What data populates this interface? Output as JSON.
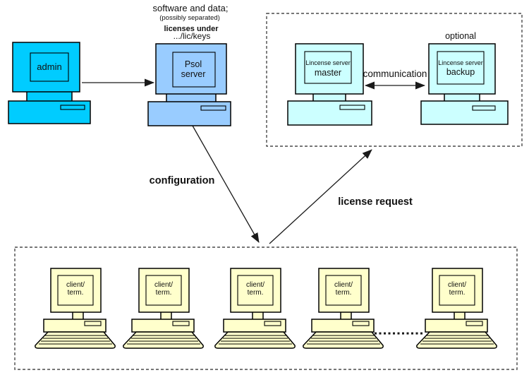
{
  "labels": {
    "software_and_data": "software and data;",
    "possibly_separated": "(possibly separated)",
    "licenses_under": "licenses under",
    "lic_keys": ".../lic/keys",
    "optional": "optional",
    "communication": "communication",
    "configuration": "configuration",
    "license_request": "license request"
  },
  "computers": {
    "admin": {
      "label": "admin",
      "color": "#00CCFF"
    },
    "psol": {
      "line1": "Psol",
      "line2": "server",
      "color": "#99CCFF"
    },
    "license_master": {
      "line1": "Lincense server",
      "line2": "master",
      "color": "#CCFFFF"
    },
    "license_backup": {
      "line1": "Lincense server",
      "line2": "backup",
      "color": "#CCFFFF"
    },
    "clients": {
      "color": "#FFFFCC",
      "count": 5,
      "items": [
        {
          "line1": "client/",
          "line2": "term."
        },
        {
          "line1": "client/",
          "line2": "term."
        },
        {
          "line1": "client/",
          "line2": "term."
        },
        {
          "line1": "client/",
          "line2": "term."
        },
        {
          "line1": "client/",
          "line2": "term."
        }
      ]
    }
  },
  "colors": {
    "outline": "#000000",
    "dashed_box": "#4A4A4A",
    "arrow": "#1A1A1A",
    "background": "#FFFFFF"
  }
}
